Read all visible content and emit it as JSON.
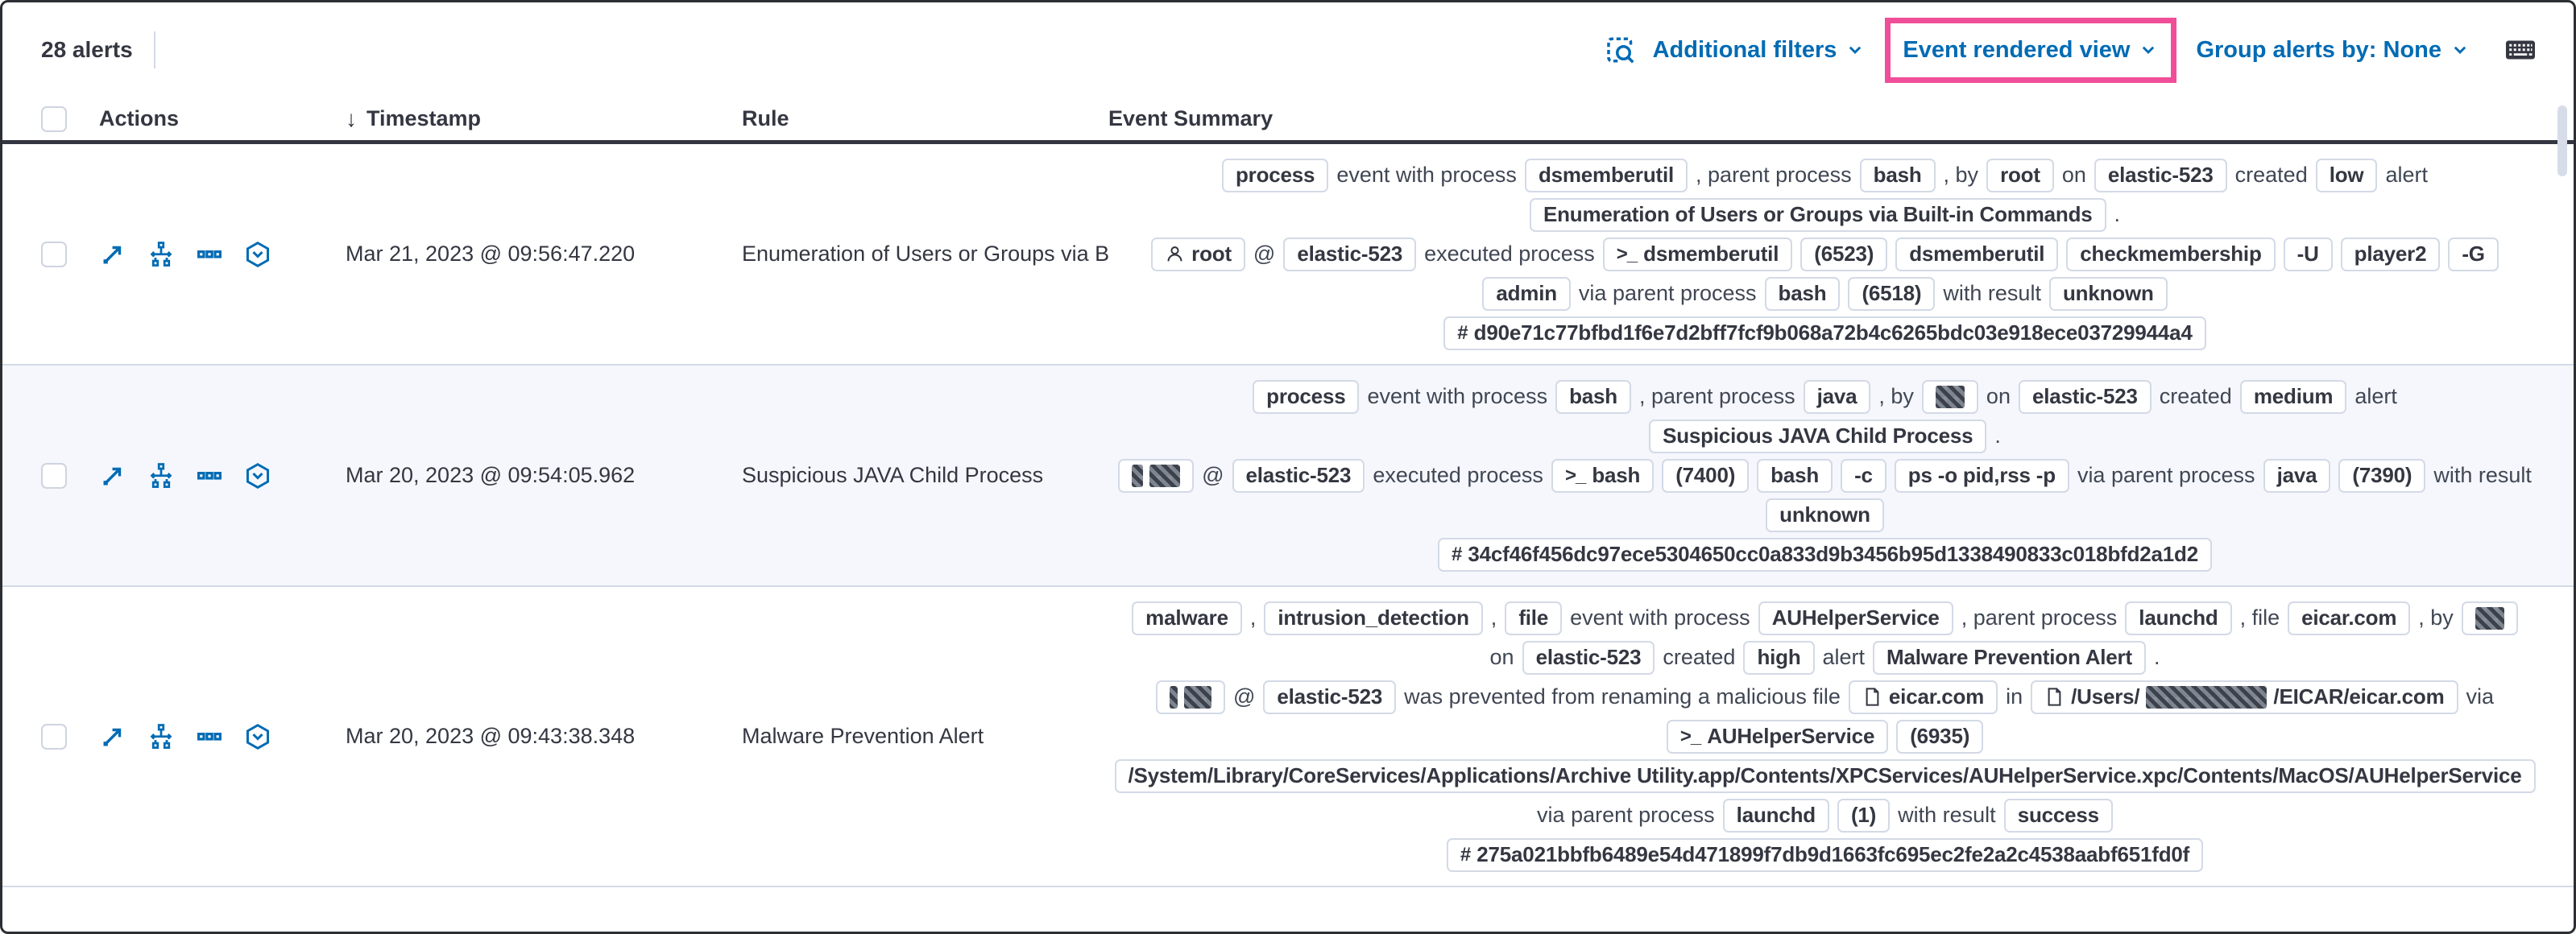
{
  "colors": {
    "primary_blue": "#006bb4",
    "annotation_pink": "#f04e98",
    "stripe_row": "#f5f7fc"
  },
  "toolbar": {
    "alert_count": "28 alerts",
    "additional_filters": "Additional filters",
    "view_selector": "Event rendered view",
    "group_by": "Group alerts by: None"
  },
  "table": {
    "headers": {
      "actions": "Actions",
      "timestamp": "Timestamp",
      "rule": "Rule",
      "event_summary": "Event Summary"
    },
    "sort_icon": "arrow-down"
  },
  "icons": {
    "toolbar": [
      "inspect",
      "keyboard-shortcuts"
    ],
    "row_actions": [
      "expand-details",
      "analyze-event",
      "more-actions",
      "session-view"
    ],
    "glyphs": {
      "console": ">_",
      "hash": "#",
      "sort_descending": "↓"
    }
  },
  "rows": [
    {
      "timestamp": "Mar 21, 2023 @ 09:56:47.220",
      "rule": "Enumeration of Users or Groups via Bui",
      "striped": false,
      "summary": [
        [
          {
            "b": [
              {
                "t": "process"
              }
            ]
          },
          {
            "t": "event with process"
          },
          {
            "b": [
              {
                "t": "dsmemberutil"
              }
            ]
          },
          {
            "t": ", parent process"
          },
          {
            "b": [
              {
                "t": "bash"
              }
            ]
          },
          {
            "t": ", by"
          },
          {
            "b": [
              {
                "t": "root"
              }
            ]
          },
          {
            "t": "on"
          },
          {
            "b": [
              {
                "t": "elastic-523"
              }
            ]
          },
          {
            "t": "created"
          },
          {
            "b": [
              {
                "t": "low"
              }
            ]
          },
          {
            "t": "alert"
          }
        ],
        [
          {
            "b": [
              {
                "t": "Enumeration of Users or Groups via Built-in Commands"
              }
            ]
          },
          {
            "t": "."
          }
        ],
        [
          {
            "b": [
              {
                "i": "user"
              },
              {
                "t": "root"
              }
            ]
          },
          {
            "t": "@"
          },
          {
            "b": [
              {
                "t": "elastic-523"
              }
            ]
          },
          {
            "t": "executed process"
          },
          {
            "b": [
              {
                "i": "console"
              },
              {
                "t": "dsmemberutil"
              }
            ]
          },
          {
            "b": [
              {
                "t": "(6523)"
              }
            ]
          },
          {
            "b": [
              {
                "t": "dsmemberutil"
              }
            ]
          },
          {
            "b": [
              {
                "t": "checkmembership"
              }
            ]
          },
          {
            "b": [
              {
                "t": "-U"
              }
            ]
          },
          {
            "b": [
              {
                "t": "player2"
              }
            ]
          },
          {
            "b": [
              {
                "t": "-G"
              }
            ]
          }
        ],
        [
          {
            "b": [
              {
                "t": "admin"
              }
            ]
          },
          {
            "t": "via parent process"
          },
          {
            "b": [
              {
                "t": "bash"
              }
            ]
          },
          {
            "b": [
              {
                "t": "(6518)"
              }
            ]
          },
          {
            "t": "with result"
          },
          {
            "b": [
              {
                "t": "unknown"
              }
            ]
          }
        ],
        [
          {
            "b": [
              {
                "i": "hash"
              },
              {
                "t": "d90e71c77bfbd1f6e7d2bff7fcf9b068a72b4c6265bdc03e918ece03729944a4"
              }
            ]
          }
        ]
      ]
    },
    {
      "timestamp": "Mar 20, 2023 @ 09:54:05.962",
      "rule": "Suspicious JAVA Child Process",
      "striped": true,
      "summary": [
        [
          {
            "b": [
              {
                "t": "process"
              }
            ]
          },
          {
            "t": "event with process"
          },
          {
            "b": [
              {
                "t": "bash"
              }
            ]
          },
          {
            "t": ", parent process"
          },
          {
            "b": [
              {
                "t": "java"
              }
            ]
          },
          {
            "t": ", by"
          },
          {
            "b": [
              {
                "r": 36
              }
            ]
          },
          {
            "t": "on"
          },
          {
            "b": [
              {
                "t": "elastic-523"
              }
            ]
          },
          {
            "t": "created"
          },
          {
            "b": [
              {
                "t": "medium"
              }
            ]
          },
          {
            "t": "alert"
          }
        ],
        [
          {
            "b": [
              {
                "t": "Suspicious JAVA Child Process"
              }
            ]
          },
          {
            "t": "."
          }
        ],
        [
          {
            "b": [
              {
                "r": 14
              },
              {
                "r": 38
              }
            ]
          },
          {
            "t": "@"
          },
          {
            "b": [
              {
                "t": "elastic-523"
              }
            ]
          },
          {
            "t": "executed process"
          },
          {
            "b": [
              {
                "i": "console"
              },
              {
                "t": "bash"
              }
            ]
          },
          {
            "b": [
              {
                "t": "(7400)"
              }
            ]
          },
          {
            "b": [
              {
                "t": "bash"
              }
            ]
          },
          {
            "b": [
              {
                "t": "-c"
              }
            ]
          },
          {
            "b": [
              {
                "t": "ps -o pid,rss -p"
              }
            ]
          },
          {
            "t": "via parent process"
          },
          {
            "b": [
              {
                "t": "java"
              }
            ]
          },
          {
            "b": [
              {
                "t": "(7390)"
              }
            ]
          },
          {
            "t": "with result"
          }
        ],
        [
          {
            "b": [
              {
                "t": "unknown"
              }
            ]
          }
        ],
        [
          {
            "b": [
              {
                "i": "hash"
              },
              {
                "t": "34cf46f456dc97ece5304650cc0a833d9b3456b95d1338490833c018bfd2a1d2"
              }
            ]
          }
        ]
      ]
    },
    {
      "timestamp": "Mar 20, 2023 @ 09:43:38.348",
      "rule": "Malware Prevention Alert",
      "striped": false,
      "summary": [
        [
          {
            "b": [
              {
                "t": "malware"
              }
            ]
          },
          {
            "t": ","
          },
          {
            "b": [
              {
                "t": "intrusion_detection"
              }
            ]
          },
          {
            "t": ","
          },
          {
            "b": [
              {
                "t": "file"
              }
            ]
          },
          {
            "t": "event with process"
          },
          {
            "b": [
              {
                "t": "AUHelperService"
              }
            ]
          },
          {
            "t": ", parent process"
          },
          {
            "b": [
              {
                "t": "launchd"
              }
            ]
          },
          {
            "t": ", file"
          },
          {
            "b": [
              {
                "t": "eicar.com"
              }
            ]
          },
          {
            "t": ", by"
          },
          {
            "b": [
              {
                "r": 36
              }
            ]
          }
        ],
        [
          {
            "t": "on"
          },
          {
            "b": [
              {
                "t": "elastic-523"
              }
            ]
          },
          {
            "t": "created"
          },
          {
            "b": [
              {
                "t": "high"
              }
            ]
          },
          {
            "t": "alert"
          },
          {
            "b": [
              {
                "t": "Malware Prevention Alert"
              }
            ]
          },
          {
            "t": "."
          }
        ],
        [
          {
            "b": [
              {
                "r": 10
              },
              {
                "r": 34
              }
            ]
          },
          {
            "t": "@"
          },
          {
            "b": [
              {
                "t": "elastic-523"
              }
            ]
          },
          {
            "t": "was prevented from renaming a malicious file"
          },
          {
            "b": [
              {
                "i": "document"
              },
              {
                "t": "eicar.com"
              }
            ]
          },
          {
            "t": "in"
          },
          {
            "b": [
              {
                "i": "document"
              },
              {
                "t": "/Users/"
              },
              {
                "r": 150
              },
              {
                "t": "/EICAR/eicar.com"
              }
            ]
          },
          {
            "t": "via"
          }
        ],
        [
          {
            "b": [
              {
                "i": "console"
              },
              {
                "t": "AUHelperService"
              }
            ]
          },
          {
            "b": [
              {
                "t": "(6935)"
              }
            ]
          }
        ],
        [
          {
            "b": [
              {
                "t": "/System/Library/CoreServices/Applications/Archive Utility.app/Contents/XPCServices/AUHelperService.xpc/Contents/MacOS/AUHelperService"
              }
            ]
          }
        ],
        [
          {
            "t": "via parent process"
          },
          {
            "b": [
              {
                "t": "launchd"
              }
            ]
          },
          {
            "b": [
              {
                "t": "(1)"
              }
            ]
          },
          {
            "t": "with result"
          },
          {
            "b": [
              {
                "t": "success"
              }
            ]
          }
        ],
        [
          {
            "b": [
              {
                "i": "hash"
              },
              {
                "t": "275a021bbfb6489e54d471899f7db9d1663fc695ec2fe2a2c4538aabf651fd0f"
              }
            ]
          }
        ]
      ]
    }
  ]
}
